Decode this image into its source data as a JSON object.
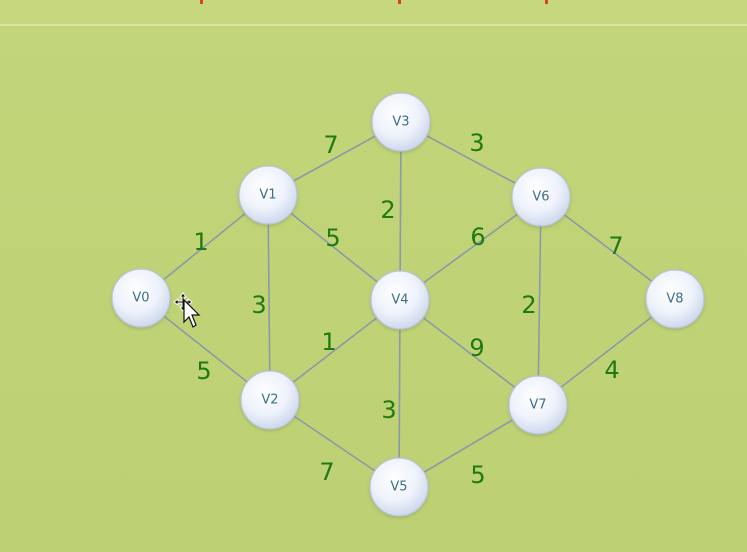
{
  "nodes": [
    {
      "id": "v0",
      "label": "V0"
    },
    {
      "id": "v1",
      "label": "V1"
    },
    {
      "id": "v2",
      "label": "V2"
    },
    {
      "id": "v3",
      "label": "V3"
    },
    {
      "id": "v4",
      "label": "V4"
    },
    {
      "id": "v5",
      "label": "V5"
    },
    {
      "id": "v6",
      "label": "V6"
    },
    {
      "id": "v7",
      "label": "V7"
    },
    {
      "id": "v8",
      "label": "V8"
    }
  ],
  "edges": [
    {
      "id": "v0-v1",
      "from": "V0",
      "to": "V1",
      "weight": "1"
    },
    {
      "id": "v0-v2",
      "from": "V0",
      "to": "V2",
      "weight": "5"
    },
    {
      "id": "v1-v3",
      "from": "V1",
      "to": "V3",
      "weight": "7"
    },
    {
      "id": "v1-v2",
      "from": "V1",
      "to": "V2",
      "weight": "3"
    },
    {
      "id": "v1-v4",
      "from": "V1",
      "to": "V4",
      "weight": "5"
    },
    {
      "id": "v2-v4",
      "from": "V2",
      "to": "V4",
      "weight": "1"
    },
    {
      "id": "v2-v5",
      "from": "V2",
      "to": "V5",
      "weight": "7"
    },
    {
      "id": "v3-v4",
      "from": "V3",
      "to": "V4",
      "weight": "2"
    },
    {
      "id": "v3-v6",
      "from": "V3",
      "to": "V6",
      "weight": "3"
    },
    {
      "id": "v4-v6",
      "from": "V4",
      "to": "V6",
      "weight": "6"
    },
    {
      "id": "v4-v5",
      "from": "V4",
      "to": "V5",
      "weight": "3"
    },
    {
      "id": "v4-v7",
      "from": "V4",
      "to": "V7",
      "weight": "9"
    },
    {
      "id": "v6-v7",
      "from": "V6",
      "to": "V7",
      "weight": "2"
    },
    {
      "id": "v6-v8",
      "from": "V6",
      "to": "V8",
      "weight": "7"
    },
    {
      "id": "v7-v8",
      "from": "V7",
      "to": "V8",
      "weight": "4"
    },
    {
      "id": "v5-v7",
      "from": "V5",
      "to": "V7",
      "weight": "5"
    }
  ],
  "colors": {
    "background": "#c2d478",
    "edge": "#8a9aa8",
    "edge_label": "#1f7a14",
    "node_label": "#3b6f8a",
    "node_fill_center": "#ffffff",
    "node_fill_edge": "#c7d3ea"
  },
  "cursor": {
    "icon": "move-cursor-icon"
  }
}
